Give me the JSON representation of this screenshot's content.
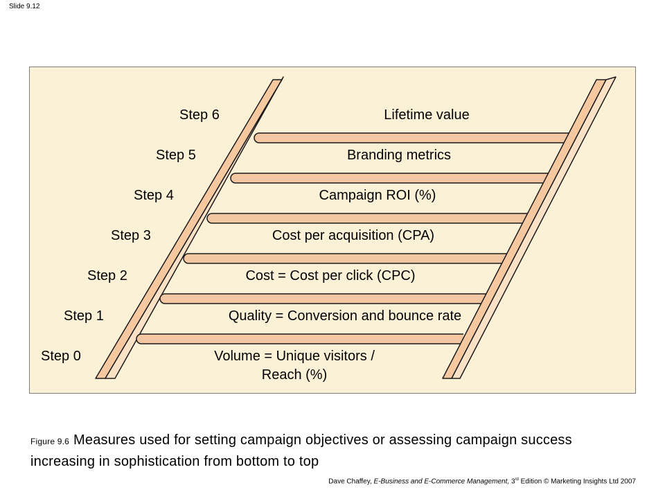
{
  "slide_number": "Slide 9.12",
  "diagram": {
    "colors": {
      "panel_background": "#fbf1d6",
      "rail_fill": "#f6c8a0",
      "rail_edge": "#fbe1c6",
      "rung_fill": "#f3c7a2",
      "outline": "#1a1a1a"
    },
    "steps": [
      {
        "step": "Step 0",
        "label": "Volume = Unique visitors / Reach (%)"
      },
      {
        "step": "Step 1",
        "label": "Quality = Conversion and bounce rate"
      },
      {
        "step": "Step 2",
        "label": "Cost = Cost per click (CPC)"
      },
      {
        "step": "Step 3",
        "label": "Cost per acquisition (CPA)"
      },
      {
        "step": "Step 4",
        "label": "Campaign ROI (%)"
      },
      {
        "step": "Step 5",
        "label": "Branding metrics"
      },
      {
        "step": "Step 6",
        "label": "Lifetime value"
      }
    ]
  },
  "caption": {
    "figure_number": "Figure 9.6",
    "text": "Measures used for setting campaign objectives or assessing campaign success increasing in sophistication from bottom to top"
  },
  "footer": {
    "author": "Dave Chaffey,",
    "book_title": "E-Business and E-Commerce Management,",
    "edition_number": "3",
    "edition_suffix": "rd",
    "rest": "Edition © Marketing Insights Ltd 2007"
  }
}
